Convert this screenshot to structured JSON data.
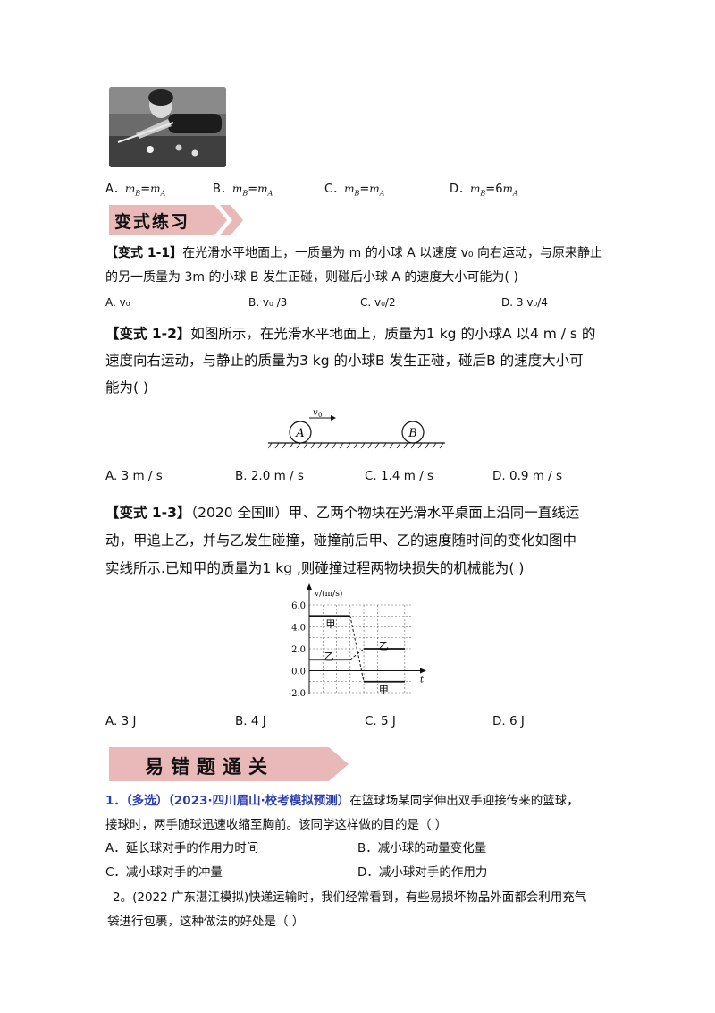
{
  "top_options": [
    "A．m_B=m_A",
    "B．m_B=m_A",
    "C．m_B=m_A",
    "D．m_B=6m_A"
  ],
  "top_options_parts": [
    {
      "letter": "A．",
      "lhs": "m",
      "lsub": "B",
      "eq": "=",
      "rhs": "m",
      "rsub": "A",
      "coef": ""
    },
    {
      "letter": "B．",
      "lhs": "m",
      "lsub": "B",
      "eq": "=",
      "rhs": "m",
      "rsub": "A",
      "coef": ""
    },
    {
      "letter": "C．",
      "lhs": "m",
      "lsub": "B",
      "eq": "=",
      "rhs": "m",
      "rsub": "A",
      "coef": ""
    },
    {
      "letter": "D．",
      "lhs": "m",
      "lsub": "B",
      "eq": "=",
      "rhs": "m",
      "rsub": "A",
      "coef": "6"
    }
  ],
  "banner1": "变式练习",
  "q1": {
    "tag": "【变式 1-1】",
    "line1": "在光滑水平地面上，一质量为 m 的小球 A 以速度 v₀ 向右运动，与原来静止",
    "line2": "的另一质量为 3m 的小球 B 发生正碰，则碰后小球 A 的速度大小可能为(        )",
    "options": [
      "A.  v₀",
      "B.  v₀  /3",
      "C.  v₀/2",
      "D. 3  v₀/4"
    ]
  },
  "q2": {
    "tag": "【变式 1-2】",
    "line1": "如图所示，在光滑水平地面上，质量为1 kg 的小球A 以4 m / s 的",
    "line2": "速度向右运动，与静止的质量为3 kg 的小球B 发生正碰，碰后B 的速度大小可",
    "line3": "能为(       )",
    "fig_v": "v",
    "fig_v_sub": "0",
    "fig_a": "A",
    "fig_b": "B",
    "options": [
      "A.  3 m / s",
      "B.  2.0 m / s",
      "C.  1.4 m / s",
      "D.  0.9 m / s"
    ]
  },
  "q3": {
    "tag": "【变式 1-3】",
    "line1": "（2020 全国Ⅲ）甲、乙两个物块在光滑水平桌面上沿同一直线运",
    "line2": "动，甲追上乙，并与乙发生碰撞，碰撞前后甲、乙的速度随时间的变化如图中",
    "line3": "实线所示.已知甲的质量为1 kg ,则碰撞过程两物块损失的机械能为(        )",
    "options": [
      "A.  3 J",
      "B.  4 J",
      "C.  5 J",
      "D.  6 J"
    ]
  },
  "chart_data": {
    "type": "line",
    "ylabel": "v/(m/s)",
    "xlabel": "t",
    "y_ticks": [
      "6.0",
      "4.0",
      "2.0",
      "0.0",
      "-2.0"
    ],
    "ylim": [
      -2.0,
      6.0
    ],
    "grid": true,
    "series": [
      {
        "name": "甲",
        "points": [
          [
            0,
            5.0
          ],
          [
            3,
            5.0
          ],
          [
            4,
            -1.0
          ],
          [
            7,
            -1.0
          ]
        ]
      },
      {
        "name": "乙",
        "points": [
          [
            0,
            1.0
          ],
          [
            3,
            1.0
          ],
          [
            4,
            2.0
          ],
          [
            7,
            2.0
          ]
        ]
      }
    ],
    "labels": [
      "甲",
      "乙",
      "乙",
      "甲"
    ]
  },
  "banner2": "易错题通关",
  "e1": {
    "num": "1．",
    "blue": "（多选）（2023·四川眉山·校考模拟预测）",
    "line1_rest": "在篮球场某同学伸出双手迎接传来的篮球，",
    "line2": "接球时，两手随球迅速收缩至胸前。该同学这样做的目的是（       ）",
    "options": [
      "A．延长球对手的作用力时间",
      "B．减小球的动量变化量",
      "C．减小球对手的冲量",
      "D．减小球对手的作用力"
    ]
  },
  "e2": {
    "line1": "2。(2022 广东湛江模拟)快递运输时，我们经常看到，有些易损坏物品外面都会利用充气",
    "line2": "袋进行包裹，这种做法的好处是（       ）"
  }
}
